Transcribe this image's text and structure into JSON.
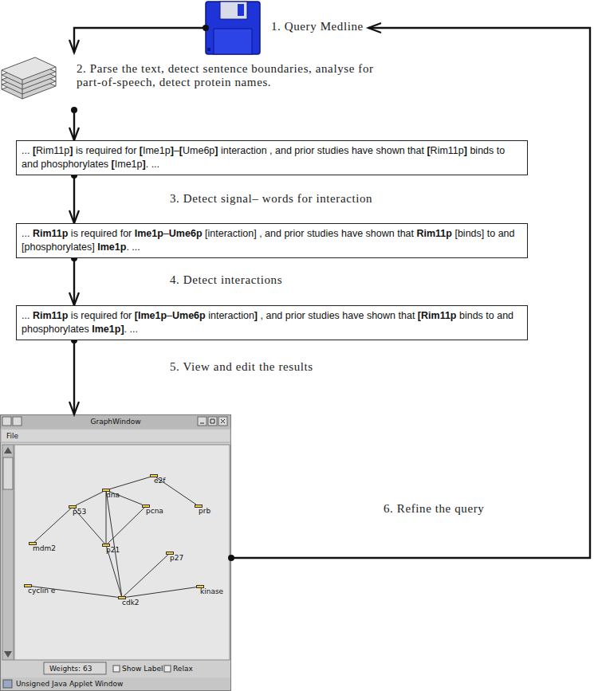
{
  "diagram": {
    "nodes": [
      {
        "text": [
          "1. Query Medline"
        ]
      },
      {
        "text": [
          "2. Parse the text, detect sentence boundaries, analyse for part-of-speech, detect protein names."
        ]
      },
      {
        "text": [
          "... [Rim11p] is required for [Ime1p]–[Ume6p] interaction , and prior studies have shown that [Rim11p] binds to and phosphorylates [Ime1p]. ..."
        ]
      },
      {
        "text": [
          "... Rim11p is required for Ime1p–Ume6p [interaction] , and prior studies have shown that Rim11p [binds] to and [phosphorylates] Ime1p. ..."
        ]
      },
      {
        "text": [
          "... Rim11p is required for [Ime1p–Ume6p interaction] , and prior studies have shown that [Rim11p binds to and phosphorylates Ime1p]. ..."
        ]
      },
      {
        "text": [
          "GraphWindow",
          "File",
          "Weights: 63",
          "Show Label",
          "Relax",
          "Unsigned Java Applet Window"
        ]
      },
      {
        "text": [
          "e2f"
        ],
        "in": 5
      },
      {
        "text": [
          "dna"
        ],
        "in": 5
      },
      {
        "text": [
          "p53"
        ],
        "in": 5
      },
      {
        "text": [
          "pcna"
        ],
        "in": 5
      },
      {
        "text": [
          "prb"
        ],
        "in": 5
      },
      {
        "text": [
          "mdm2"
        ],
        "in": 5
      },
      {
        "text": [
          "p21"
        ],
        "in": 5
      },
      {
        "text": [
          "p27"
        ],
        "in": 5
      },
      {
        "text": [
          "cyclin e"
        ],
        "in": 5
      },
      {
        "text": [
          "kinase"
        ],
        "in": 5
      },
      {
        "text": [
          "cdk2"
        ],
        "in": 5
      }
    ],
    "edges": [
      {
        "from": 0,
        "to": 1,
        "arrow": "to"
      },
      {
        "from": 1,
        "to": 2,
        "arrow": "to"
      },
      {
        "from": 2,
        "to": 3,
        "arrow": "to",
        "label": "3. Detect signal– words for interaction"
      },
      {
        "from": 3,
        "to": 4,
        "arrow": "to",
        "label": "4. Detect interactions"
      },
      {
        "from": 4,
        "to": 5,
        "arrow": "to",
        "label": "5. View and edit the results"
      },
      {
        "from": 5,
        "to": 0,
        "arrow": "to",
        "label": "6. Refine the query"
      },
      {
        "from": 7,
        "to": 6,
        "arrow": "none"
      },
      {
        "from": 6,
        "to": 10,
        "arrow": "none"
      },
      {
        "from": 7,
        "to": 8,
        "arrow": "none"
      },
      {
        "from": 7,
        "to": 9,
        "arrow": "none"
      },
      {
        "from": 7,
        "to": 12,
        "arrow": "none"
      },
      {
        "from": 7,
        "to": 16,
        "arrow": "none"
      },
      {
        "from": 8,
        "to": 11,
        "arrow": "none"
      },
      {
        "from": 8,
        "to": 12,
        "arrow": "none"
      },
      {
        "from": 9,
        "to": 12,
        "arrow": "none"
      },
      {
        "from": 12,
        "to": 16,
        "arrow": "none"
      },
      {
        "from": 13,
        "to": 16,
        "arrow": "none"
      },
      {
        "from": 14,
        "to": 16,
        "arrow": "none"
      },
      {
        "from": 15,
        "to": 16,
        "arrow": "none"
      }
    ]
  }
}
